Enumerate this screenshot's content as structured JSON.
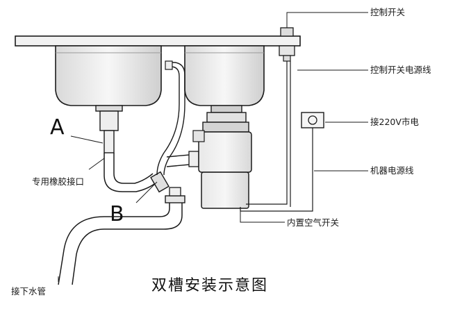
{
  "title": "双槽安装示意图",
  "labels": {
    "control_switch": "控制开关",
    "control_switch_power_cord": "控制开关电源线",
    "connect_220v": "接220V市电",
    "machine_power_cord": "机器电源线",
    "builtin_air_switch": "内置空气开关",
    "special_rubber_port": "专用橡胶接口",
    "drain_pipe": "接下水管",
    "marker_a": "A",
    "marker_b": "B"
  },
  "colors": {
    "line": "#1a1a1a",
    "steel": "#e6e6e6",
    "steel_dark": "#bdbdbd"
  }
}
